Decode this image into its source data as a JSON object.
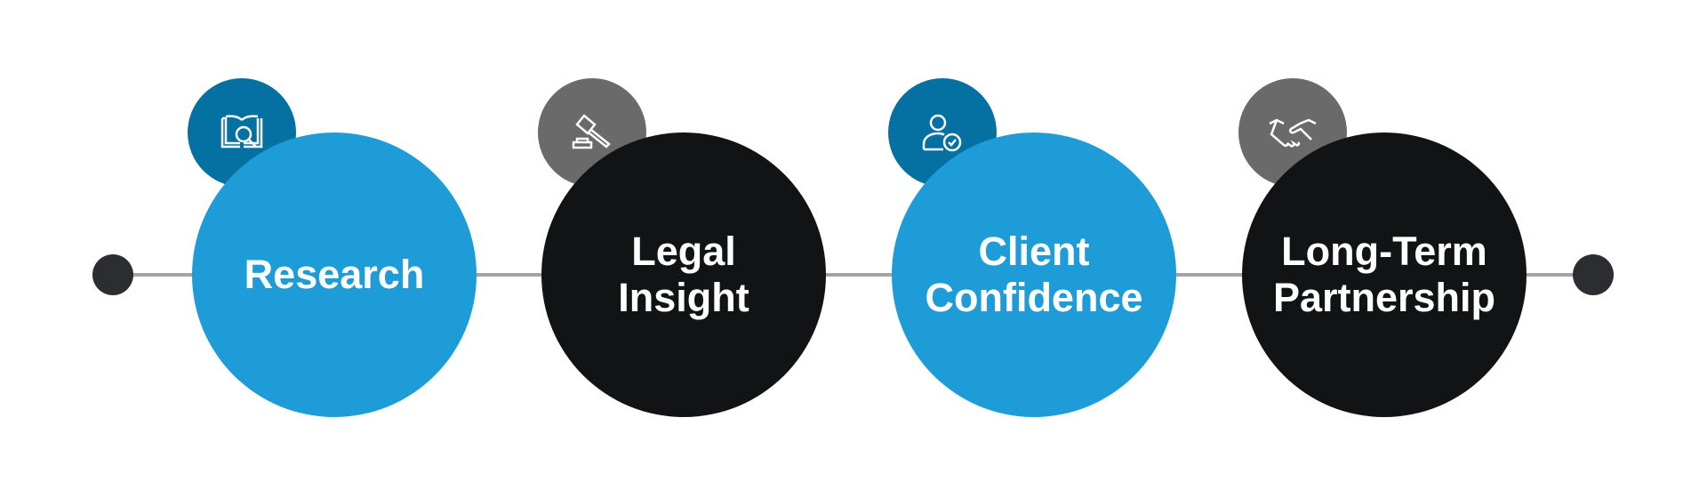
{
  "steps": [
    {
      "label_lines": [
        "Research"
      ],
      "icon": "book-search-icon"
    },
    {
      "label_lines": [
        "Legal",
        "Insight"
      ],
      "icon": "gavel-icon"
    },
    {
      "label_lines": [
        "Client",
        "Confidence"
      ],
      "icon": "user-check-icon"
    },
    {
      "label_lines": [
        "Long-Term",
        "Partnership"
      ],
      "icon": "handshake-icon"
    }
  ],
  "colors": {
    "blue": "#1e9cd8",
    "dark_blue": "#0571a3",
    "black": "#111315",
    "gray": "#6a6a6a",
    "line": "#a3a3a3"
  }
}
